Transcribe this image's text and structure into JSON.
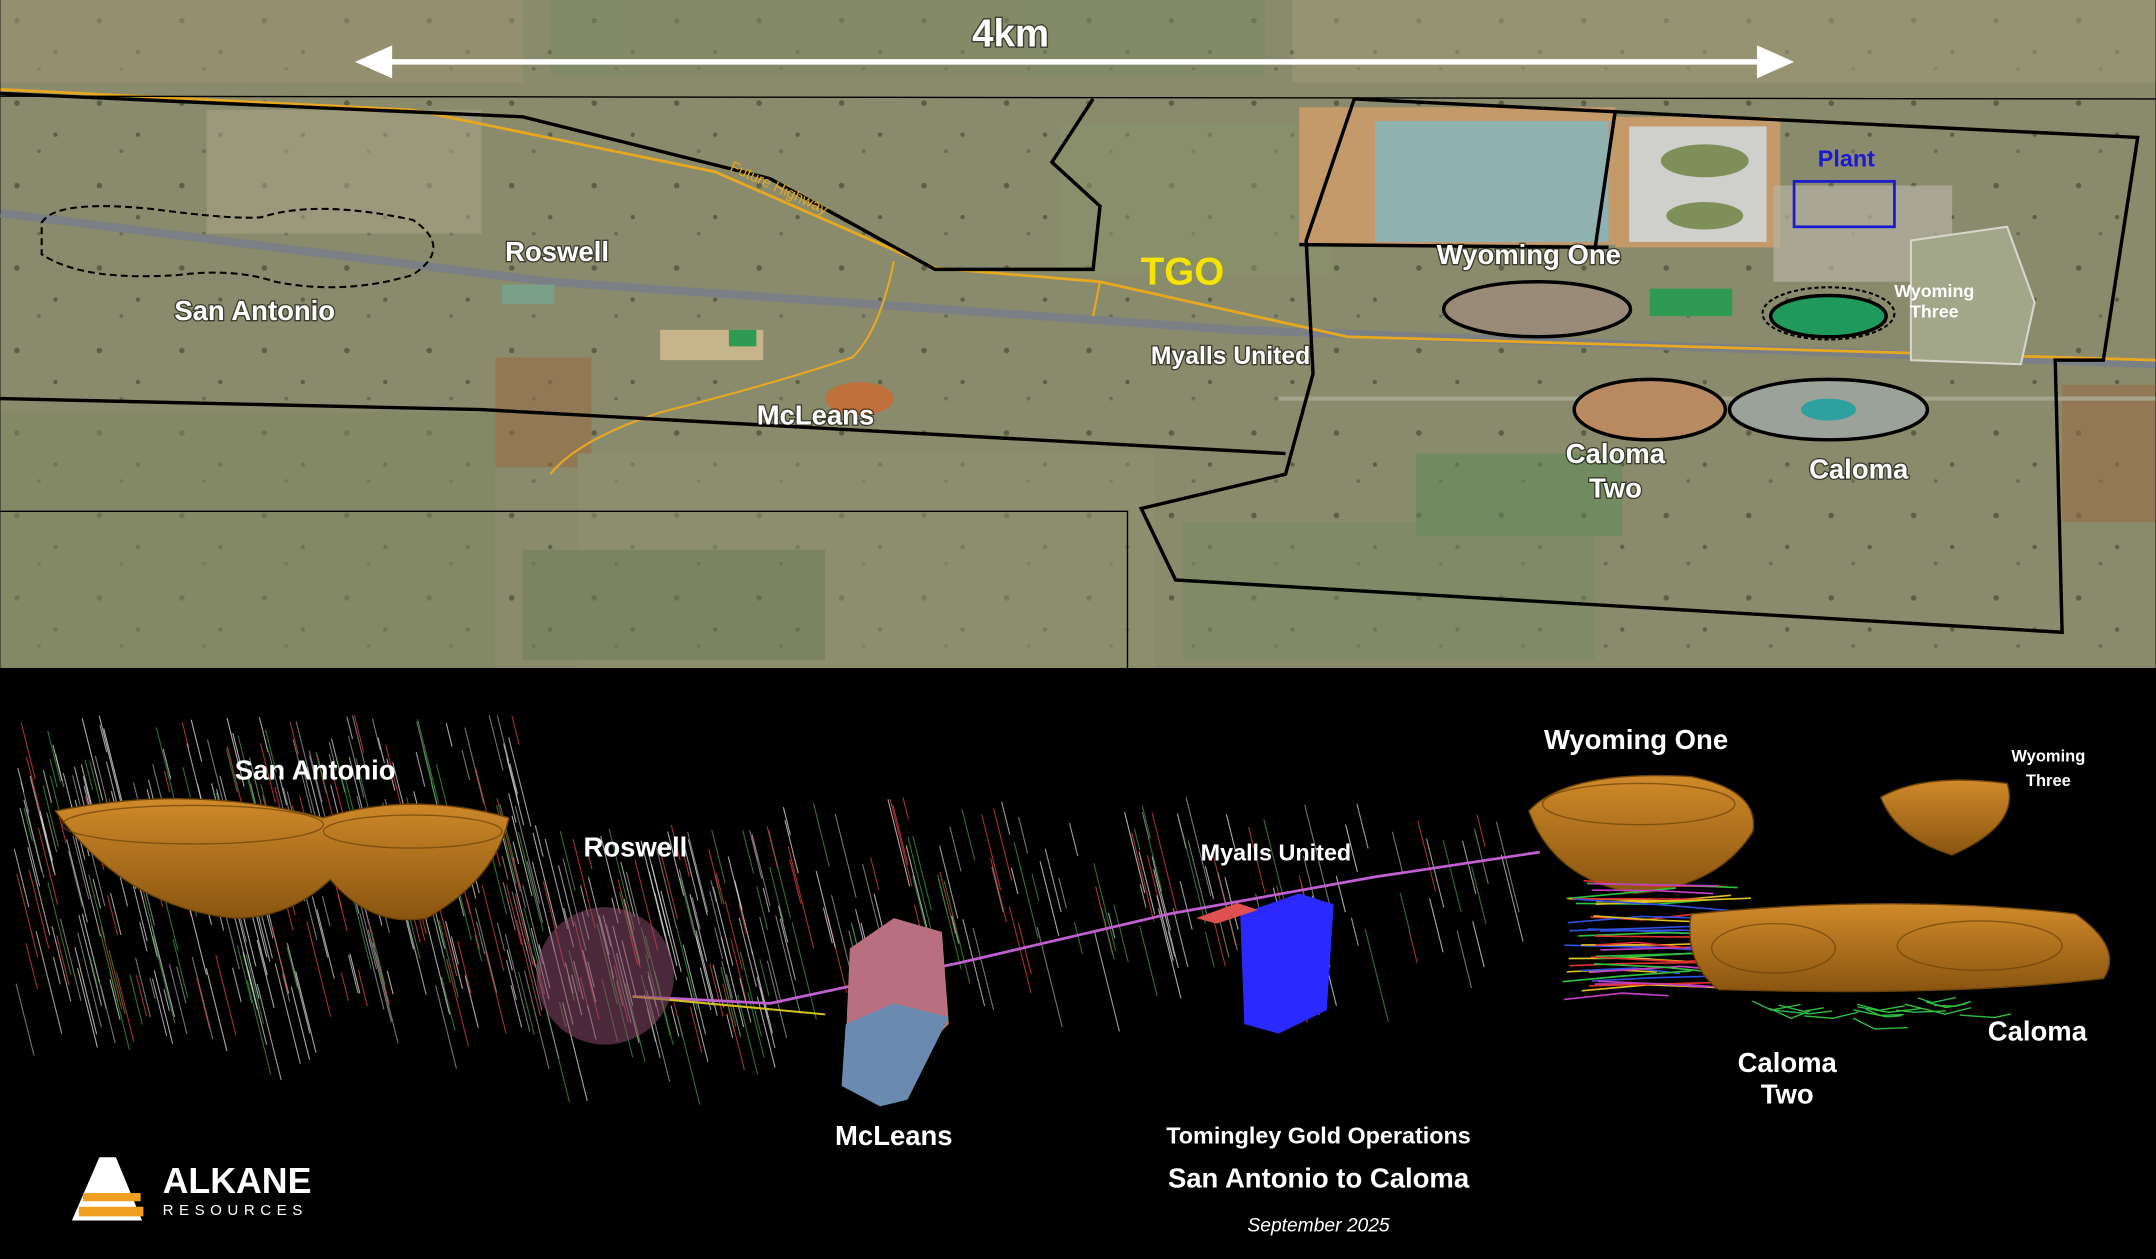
{
  "aerial": {
    "scale_label": "4km",
    "road_label": "Future Highway",
    "site_label": "TGO",
    "plant_label": "Plant",
    "deposits": {
      "san_antonio": "San Antonio",
      "roswell": "Roswell",
      "mcleans": "McLeans",
      "myalls_united": "Myalls United",
      "wyoming_one": "Wyoming One",
      "wyoming_three_l1": "Wyoming",
      "wyoming_three_l2": "Three",
      "caloma_two_l1": "Caloma",
      "caloma_two_l2": "Two",
      "caloma": "Caloma"
    },
    "colors": {
      "site_label": "#f5e400",
      "plant": "#1a1ad0",
      "road": "#e8a820",
      "boundary": "#000000"
    }
  },
  "section": {
    "deposits": {
      "san_antonio": "San Antonio",
      "roswell": "Roswell",
      "mcleans": "McLeans",
      "myalls_united": "Myalls United",
      "wyoming_one": "Wyoming One",
      "wyoming_three_l1": "Wyoming",
      "wyoming_three_l2": "Three",
      "caloma_two_l1": "Caloma",
      "caloma_two_l2": "Two",
      "caloma": "Caloma"
    },
    "title_line1": "Tomingley Gold Operations",
    "title_line2": "San Antonio to Caloma",
    "date": "September 2025",
    "colors": {
      "pit": "#b8741a",
      "decline": "#c060d0",
      "myalls_block": "#2a2aff"
    }
  },
  "logo": {
    "name": "ALKANE",
    "subtitle": "RESOURCES",
    "accent": "#f0a020"
  }
}
